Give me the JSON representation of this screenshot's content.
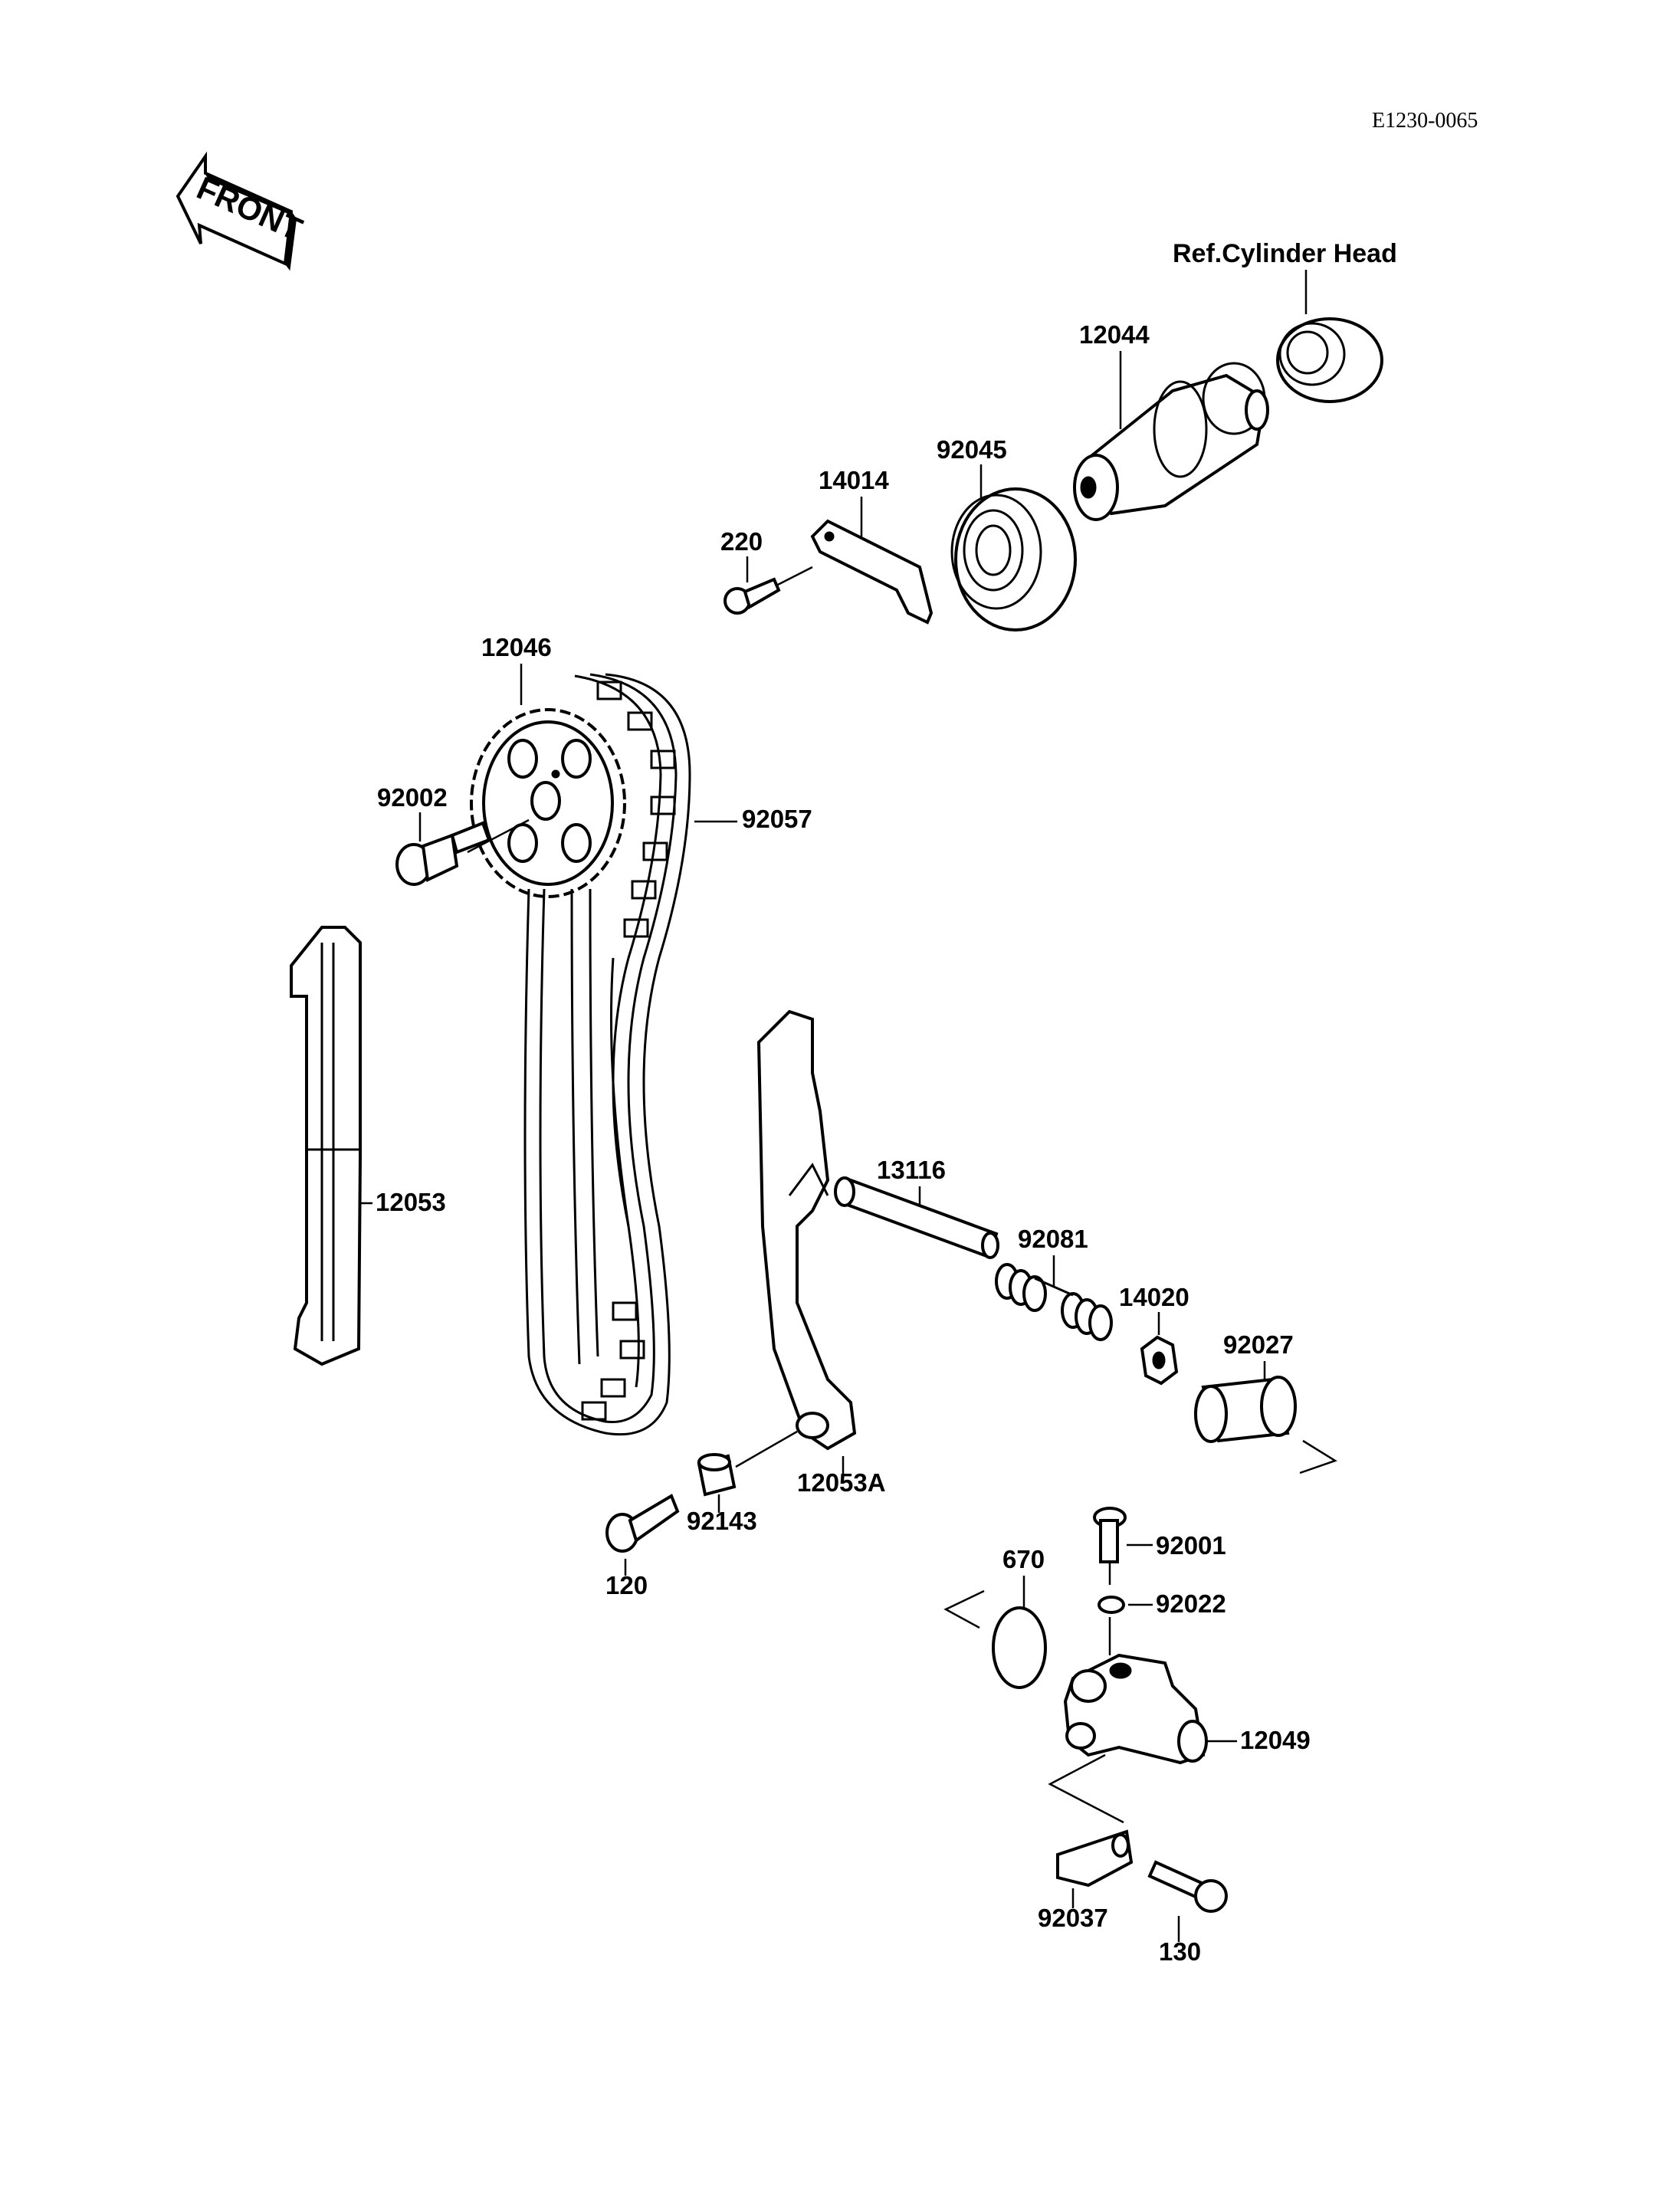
{
  "diagram_code": "E1230-0065",
  "front_label": "FRONT",
  "ref_note": "Ref.Cylinder Head",
  "labels": {
    "p12044": "12044",
    "p92045": "92045",
    "p14014": "14014",
    "p220": "220",
    "p12046": "12046",
    "p92002": "92002",
    "p92057": "92057",
    "p12053": "12053",
    "p13116": "13116",
    "p92081": "92081",
    "p14020": "14020",
    "p92027": "92027",
    "p12053A": "12053A",
    "p92143": "92143",
    "p120": "120",
    "p670": "670",
    "p92001": "92001",
    "p92022": "92022",
    "p12049": "12049",
    "p92037": "92037",
    "p130": "130"
  }
}
